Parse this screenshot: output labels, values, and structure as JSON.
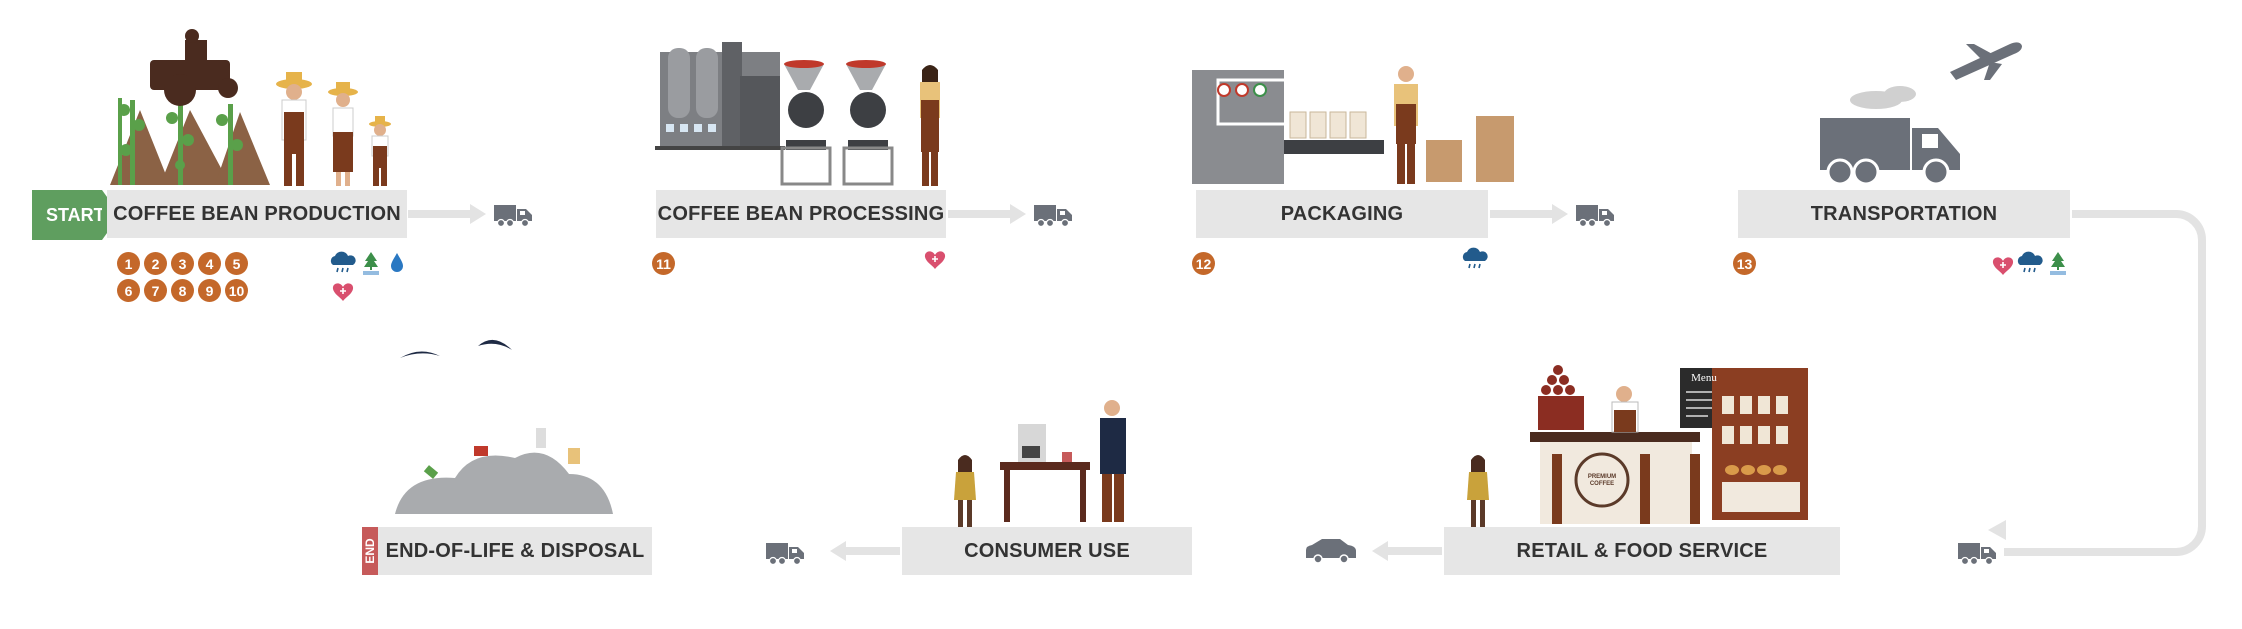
{
  "flags": {
    "start": "START",
    "end": "END"
  },
  "stages": [
    {
      "label": "COFFEE BEAN PRODUCTION",
      "numbers": [
        "1",
        "2",
        "3",
        "4",
        "5",
        "6",
        "7",
        "8",
        "9",
        "10"
      ]
    },
    {
      "label": "COFFEE BEAN PROCESSING",
      "numbers": [
        "11"
      ]
    },
    {
      "label": "PACKAGING",
      "numbers": [
        "12"
      ]
    },
    {
      "label": "TRANSPORTATION",
      "numbers": [
        "13"
      ]
    },
    {
      "label": "RETAIL & FOOD SERVICE"
    },
    {
      "label": "CONSUMER USE"
    },
    {
      "label": "END-OF-LIFE & DISPOSAL"
    }
  ],
  "retail": {
    "menu_title": "Menu",
    "cup_text": "PREMIUM COFFEE"
  },
  "colors": {
    "label_bg": "#e6e6e6",
    "arrow": "#e3e3e3",
    "start": "#5f9e5f",
    "end": "#c65a5a",
    "number": "#c4682a",
    "truck": "#6b7079",
    "heart": "#d94f6e",
    "water": "#2a78c2",
    "cloud_icon": "#225b8c",
    "tree_icon": "#3c8f4a",
    "brown": "#5b3a29"
  },
  "icons": [
    "truck-icon",
    "car-icon",
    "heart-icon",
    "cloud-rain-icon",
    "tree-icon",
    "water-drop-icon",
    "airplane-icon"
  ]
}
